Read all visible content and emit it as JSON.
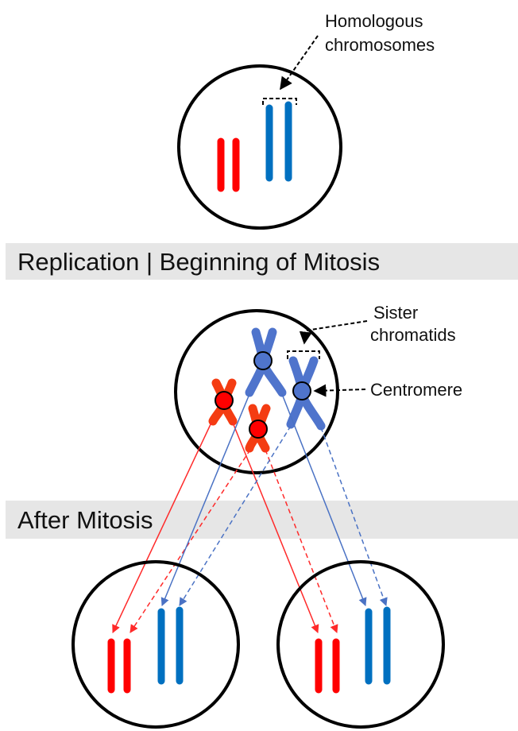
{
  "banners": {
    "replication": "Replication | Beginning of Mitosis",
    "after_mitosis": "After Mitosis"
  },
  "labels": {
    "homologous_line1": "Homologous",
    "homologous_line2": "chromosomes",
    "sister_line1": "Sister",
    "sister_line2": "chromatids",
    "centromere": "Centromere"
  },
  "colors": {
    "red_chromosome": "#ff0000",
    "blue_chromosome": "#0070c0",
    "red_replicated": "#f43c12",
    "blue_replicated": "#4f74cc",
    "red_arrow": "#ff2a2a",
    "blue_arrow": "#4a72c4",
    "cell_outline": "#000000",
    "banner_bg": "#e6e6e6"
  }
}
